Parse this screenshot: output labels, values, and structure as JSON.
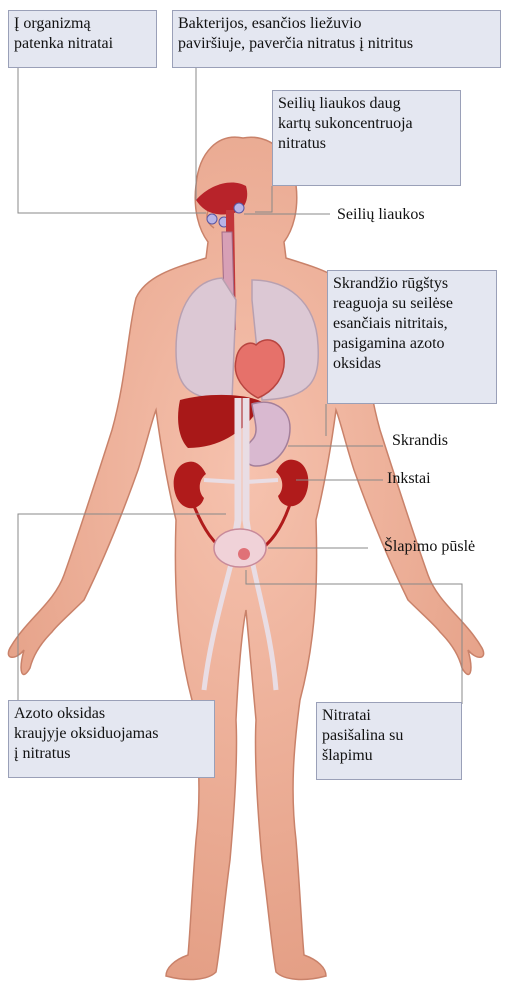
{
  "colors": {
    "skin": "#efaf98",
    "skin_shadow": "#d88a70",
    "callout_bg": "#e4e7f1",
    "callout_border": "#9aa0b8",
    "organ_red": "#b31f1f",
    "lung": "#dcc8d4",
    "leader_line": "#888888"
  },
  "callouts": {
    "intake": "Į organizmą\npatenka nitratai",
    "bacteria": "Bakterijos, esančios liežuvio\npaviršiuje, paverčia nitratus į nitritus",
    "salivary_concentrate": "Seilių liaukos daug\nkartų sukoncentruoja\nnitratus",
    "stomach_acid": "Skrandžio rūgštys\nreaguoja su seilėse\nesančiais nitritais,\npasigamina azoto\noksidas",
    "blood_oxidation": "Azoto oksidas\nkraujyje oksiduojamas\nį nitratus",
    "excretion": "Nitratai\npasišalina su\nšlapimu"
  },
  "labels": {
    "salivary_glands": "Seilių liaukos",
    "stomach": "Skrandis",
    "kidneys": "Inkstai",
    "bladder": "Šlapimo pūslė"
  }
}
